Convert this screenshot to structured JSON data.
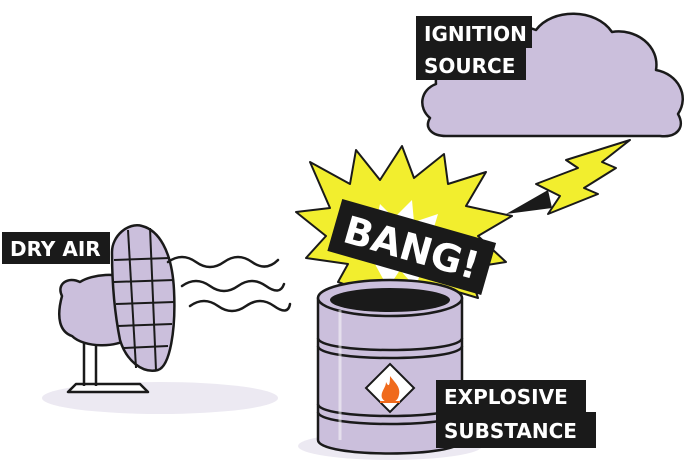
{
  "labels": {
    "ignition_line1": "IGNITION",
    "ignition_line2": "SOURCE",
    "dry_air": "DRY AIR",
    "bang": "BANG!",
    "explosive_line1": "EXPLOSIVE",
    "explosive_line2": "SUBSTANCE"
  },
  "colors": {
    "fill_lavender": "#cbbfdc",
    "outline": "#1a1a1a",
    "label_bg": "#1a1a1a",
    "label_text": "#ffffff",
    "burst_yellow": "#f2ee2e",
    "hazard_orange": "#f06a1c",
    "shadow": "#ece9f2"
  },
  "icons": [
    "cloud-icon",
    "lightning-bolt-icon",
    "fan-icon",
    "air-wave-icon",
    "barrel-icon",
    "explosion-burst-icon",
    "flammable-hazard-icon"
  ]
}
